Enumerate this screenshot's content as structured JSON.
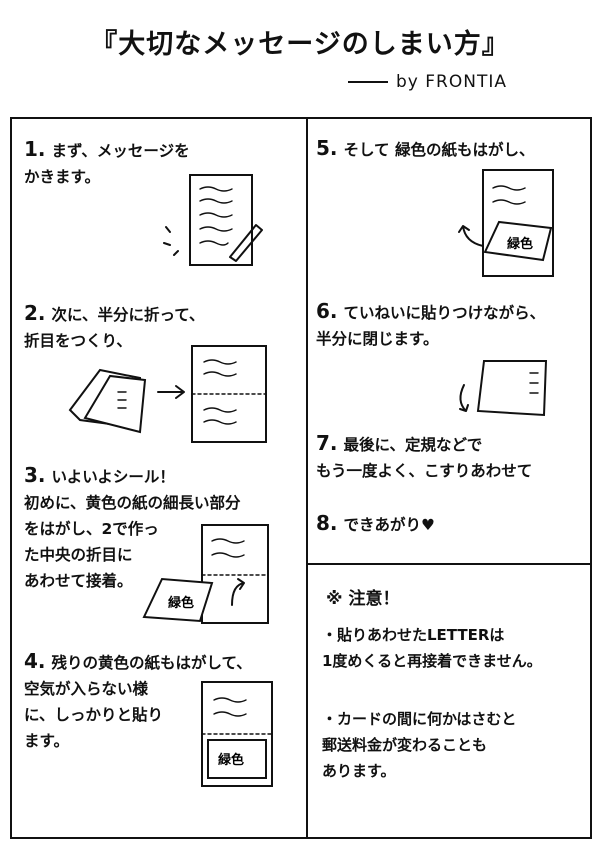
{
  "header": {
    "title": "『大切なメッセージのしまい方』",
    "byline": "by FRONTIA"
  },
  "steps": [
    {
      "num": "1.",
      "text": "まず、メッセージを\nかきます。"
    },
    {
      "num": "2.",
      "text": "次に、半分に折って、\n折目をつくり、"
    },
    {
      "num": "3.",
      "text": "いよいよシール！\n初めに、黄色の紙の細長い部分\nをはがし、2で作っ\nた中央の折目に\nあわせて接着。"
    },
    {
      "num": "4.",
      "text": "残りの黄色の紙もはがして、\n空気が入らない様\nに、しっかりと貼り\nます。"
    },
    {
      "num": "5.",
      "text": "そして 緑色の紙もはがし、"
    },
    {
      "num": "6.",
      "text": "ていねいに貼りつけながら、\n半分に閉じます。"
    },
    {
      "num": "7.",
      "text": "最後に、定規などで\nもう一度よく、こすりあわせて"
    },
    {
      "num": "8.",
      "text": "できあがり♥"
    }
  ],
  "illustration_labels": {
    "green_label": "緑色"
  },
  "notes": {
    "heading": "※ 注意！",
    "items": [
      "・貼りあわせたLETTERは\n1度めくると再接着できません。",
      "・カードの間に何かはさむと\n郵送料金が変わることも\nあります。"
    ]
  }
}
